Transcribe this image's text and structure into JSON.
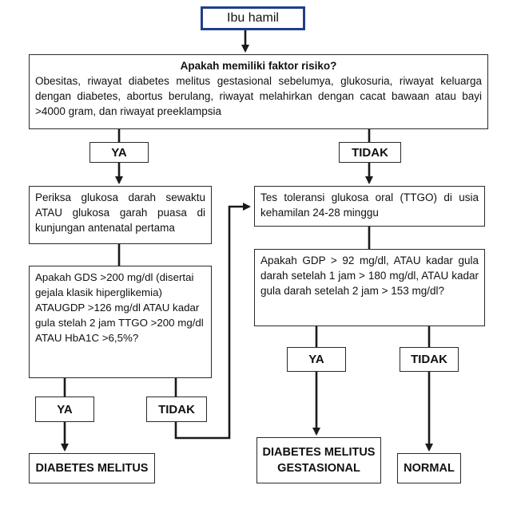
{
  "start": "Ibu hamil",
  "risk": {
    "question": "Apakah memiliki faktor risiko?",
    "factors": "Obesitas, riwayat diabetes melitus gestasional sebelumya, glukosuria, riwayat keluarga dengan diabetes, abortus berulang, riwayat melahirkan dengan cacat bawaan atau bayi >4000 gram, dan riwayat preeklampsia"
  },
  "labels": {
    "ya": "YA",
    "tidak": "TIDAK"
  },
  "left": {
    "check": "Periksa glukosa darah sewaktu ATAU glukosa garah puasa di kunjungan antenatal pertama",
    "question": "Apakah GDS >200 mg/dl (disertai gejala klasik hiperglikemia) ATAUGDP >126 mg/dl ATAU kadar gula stelah 2 jam TTGO >200 mg/dl ATAU HbA1C >6,5%?",
    "outcome": "DIABETES MELITUS"
  },
  "right": {
    "check": "Tes toleransi glukosa oral (TTGO) di usia kehamilan 24-28 minggu",
    "question": "Apakah GDP > 92 mg/dl, ATAU kadar gula darah setelah 1 jam > 180 mg/dl, ATAU kadar gula darah setelah 2 jam > 153 mg/dl?",
    "outcome_gdm": "DIABETES MELITUS GESTASIONAL",
    "outcome_normal": "NORMAL"
  }
}
